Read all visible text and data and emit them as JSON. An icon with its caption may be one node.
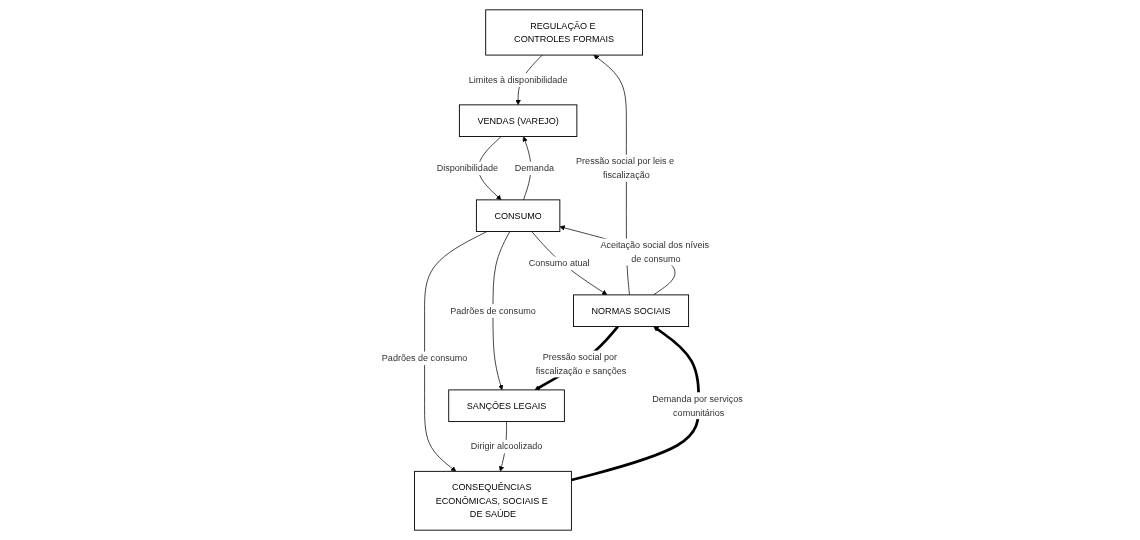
{
  "diagram": {
    "nodes": [
      {
        "text": [
          "REGULAÇÃO E CONTROLES FORMAIS"
        ]
      },
      {
        "text": [
          "VENDAS (VAREJO)"
        ]
      },
      {
        "text": [
          "CONSUMO"
        ]
      },
      {
        "text": [
          "NORMAS SOCIAIS"
        ]
      },
      {
        "text": [
          "SANÇÕES LEGAIS"
        ]
      },
      {
        "text": [
          "CONSEQUÊNCIAS ECONÔMICAS, SOCIAIS E DE SAÚDE"
        ]
      }
    ],
    "edges": [
      {
        "from": 0,
        "to": 1,
        "arrow": "to",
        "label": "Limites à disponibilidade"
      },
      {
        "from": 1,
        "to": 2,
        "arrow": "to",
        "label": "Disponibilidade"
      },
      {
        "from": 2,
        "to": 1,
        "arrow": "to",
        "label": "Demanda"
      },
      {
        "from": 3,
        "to": 0,
        "arrow": "to",
        "label": "Pressão social por leis e fiscalização"
      },
      {
        "from": 2,
        "to": 3,
        "arrow": "to",
        "label": "Consumo atual"
      },
      {
        "from": 3,
        "to": 2,
        "arrow": "to",
        "label": "Aceitação social dos níveis de consumo"
      },
      {
        "from": 2,
        "to": 4,
        "arrow": "to",
        "label": "Padrões de consumo"
      },
      {
        "from": 2,
        "to": 5,
        "arrow": "to",
        "label": "Padrões de consumo"
      },
      {
        "from": 4,
        "to": 5,
        "arrow": "to",
        "label": "Dirigir alcoolizado"
      },
      {
        "from": 3,
        "to": 4,
        "arrow": "to",
        "style": "thick",
        "label": "Pressão social por fiscalização e sanções"
      },
      {
        "from": 5,
        "to": 3,
        "arrow": "to",
        "style": "thick",
        "label": "Demanda por serviços comunitários"
      }
    ]
  }
}
